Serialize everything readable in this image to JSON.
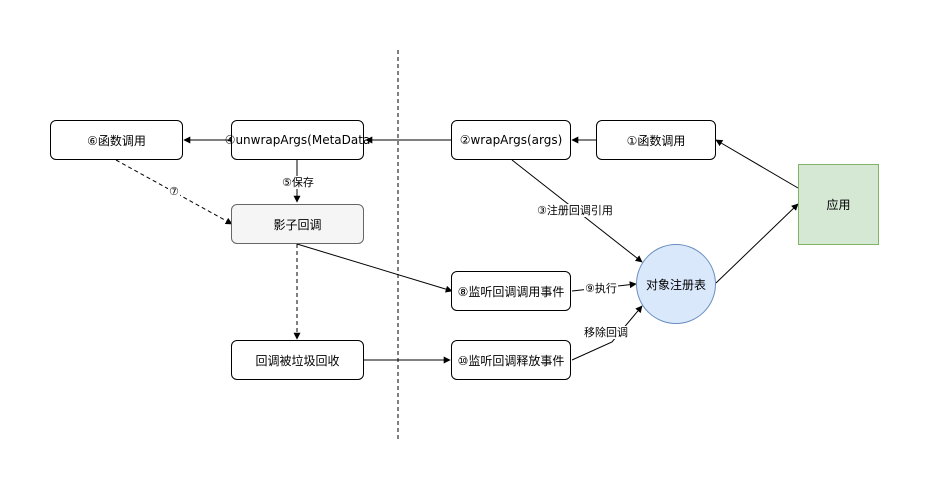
{
  "nodes": {
    "fn_call_6": "⑥函数调用",
    "unwrap_args": "④unwrapArgs(MetaData",
    "wrap_args": "②wrapArgs(args)",
    "fn_call_1": "①函数调用",
    "shadow_callback": "影子回调",
    "app": "应用",
    "object_registry": "对象注册表",
    "listen_invoke": "⑧监听回调调用事件",
    "callback_gc": "回调被垃圾回收",
    "listen_release": "⑩监听回调释放事件"
  },
  "edge_labels": {
    "save": "⑤保存",
    "step7": "⑦",
    "register_ref": "③注册回调引用",
    "execute": "⑨执行",
    "remove_callback": "移除回调"
  },
  "colors": {
    "app_fill": "#d5e8d4",
    "app_stroke": "#82b366",
    "registry_fill": "#dae8fc",
    "registry_stroke": "#6c8ebf",
    "shadow_fill": "#f5f5f5",
    "shadow_stroke": "#666666"
  }
}
